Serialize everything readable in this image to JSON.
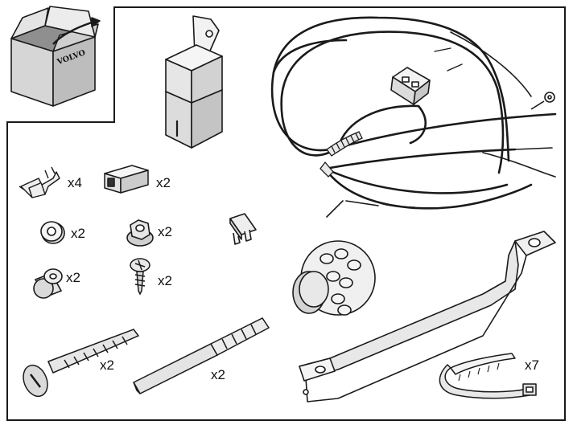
{
  "box": {
    "brand": "VOLVO"
  },
  "parts": [
    {
      "id": "terminal",
      "qty": "x4"
    },
    {
      "id": "connector-plug",
      "qty": "x2"
    },
    {
      "id": "washer",
      "qty": "x2"
    },
    {
      "id": "flange-nut",
      "qty": "x2"
    },
    {
      "id": "spacer",
      "qty": "x2"
    },
    {
      "id": "screw",
      "qty": "x2"
    },
    {
      "id": "bolt",
      "qty": "x2"
    },
    {
      "id": "threaded-rod",
      "qty": "x2"
    },
    {
      "id": "cable-tie",
      "qty": "x7"
    }
  ],
  "colors": {
    "line": "#1a1a1a",
    "fill_light": "#f2f2f2",
    "fill_mid": "#dcdcdc",
    "fill_dark": "#b8b8b8",
    "box_front": "#d6d6d6",
    "box_side": "#bdbdbd"
  }
}
